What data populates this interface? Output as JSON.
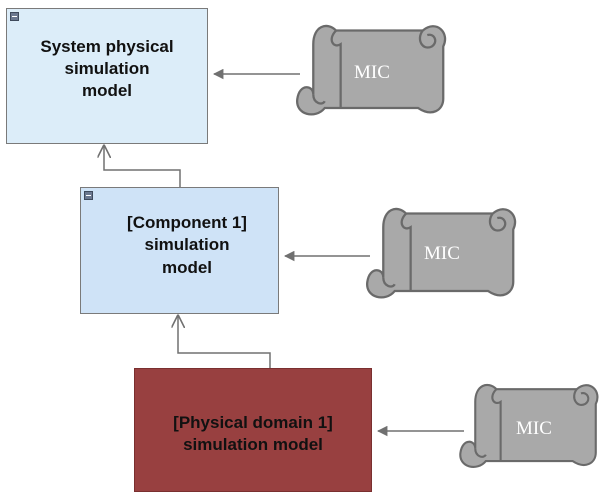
{
  "diagram": {
    "nodes": [
      {
        "id": "system",
        "label": "System physical\nsimulation\nmodel",
        "fill": "#dcedf9"
      },
      {
        "id": "component",
        "label": "[Component 1]\nsimulation\nmodel",
        "fill": "#cfe3f7"
      },
      {
        "id": "domain",
        "label": "[Physical domain 1]\nsimulation model",
        "fill": "#984040"
      }
    ],
    "scrolls": [
      {
        "label": "MIC",
        "target": "system"
      },
      {
        "label": "MIC",
        "target": "component"
      },
      {
        "label": "MIC",
        "target": "domain"
      }
    ],
    "edges": [
      {
        "from": "component",
        "to": "system"
      },
      {
        "from": "domain",
        "to": "component"
      }
    ],
    "colors": {
      "scroll_fill": "#a9a9a9",
      "scroll_stroke": "#6a6a6a",
      "arrow": "#707070"
    }
  }
}
